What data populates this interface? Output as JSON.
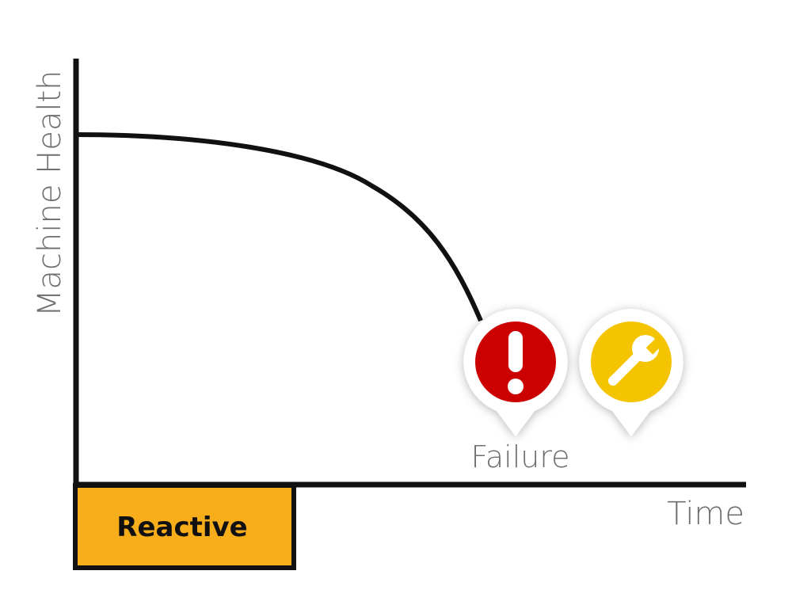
{
  "diagram": {
    "y_axis_label": "Machine Health",
    "x_axis_label": "Time",
    "failure_label": "Failure",
    "strategy_label": "Reactive",
    "failure_icon": "exclamation-icon",
    "repair_icon": "wrench-icon",
    "colors": {
      "axis": "#111111",
      "label_text": "#6e6e6e",
      "failure_red": "#cc0000",
      "repair_yellow": "#f5c400",
      "reactive_fill": "#f7ae1a"
    }
  }
}
